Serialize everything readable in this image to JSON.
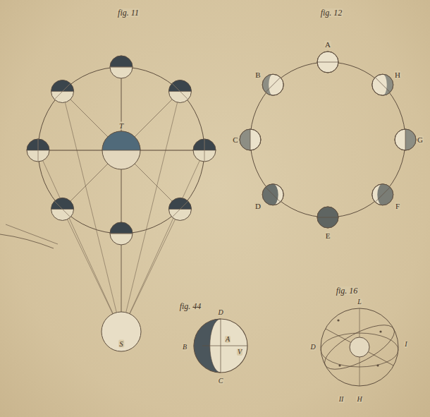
{
  "diagram": {
    "labels": [
      "fig. 11",
      "T",
      "S",
      "fig. 12",
      "A",
      "B",
      "H",
      "C",
      "G",
      "D",
      "F",
      "E",
      "fig. 44",
      "D",
      "B",
      "A",
      "V",
      "C",
      "fig. 16",
      "L",
      "D",
      "I",
      "II",
      "H"
    ]
  }
}
